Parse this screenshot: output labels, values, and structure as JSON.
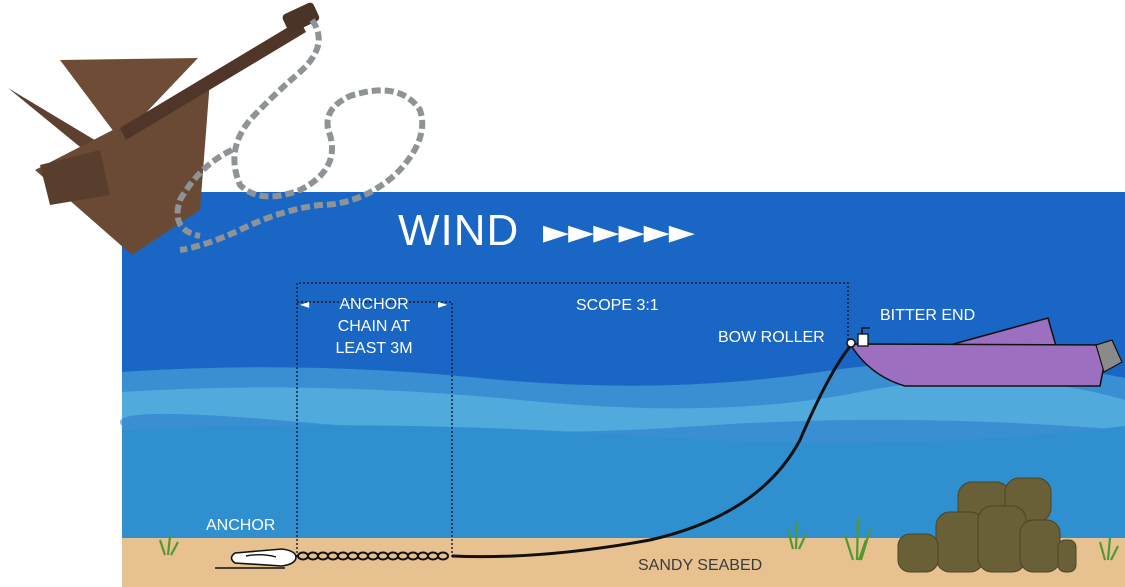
{
  "diagram": {
    "wind_label": "WIND",
    "wind_arrows": "►►►►►►",
    "scope_label": "SCOPE 3:1",
    "chain_label_lines": [
      "ANCHOR",
      "CHAIN AT",
      "LEAST 3M"
    ],
    "bow_roller_label": "BOW ROLLER",
    "bitter_end_label": "BITTER END",
    "anchor_label": "ANCHOR",
    "seabed_label": "SANDY SEABED",
    "left_marker": "◄",
    "right_marker": "►",
    "colors": {
      "water_top": "#1a66c4",
      "water_band": "#2b8fd0",
      "water_light": "#4cb3de",
      "sand": "#e8c191",
      "boat": "#9c6fc0",
      "rust": "#6b4a35",
      "chain": "#8e9396",
      "rock": "#6b6136",
      "grass": "#5a9a3a"
    }
  }
}
